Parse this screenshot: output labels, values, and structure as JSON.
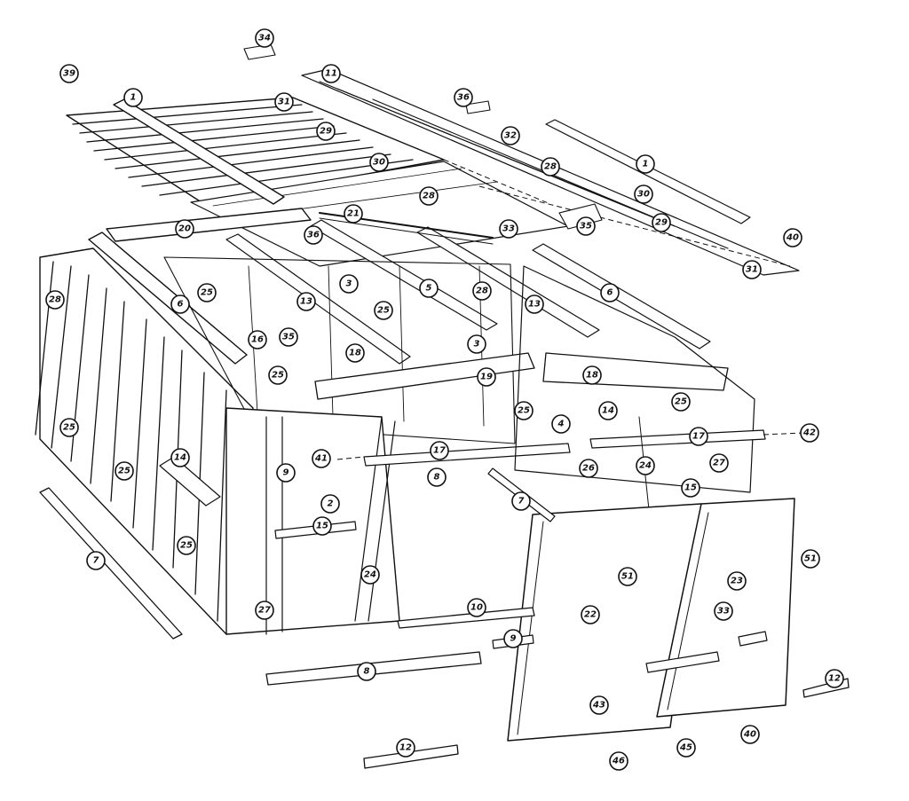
{
  "diagram": {
    "type": "exploded-parts-view",
    "subject": "storage shed"
  },
  "callouts": [
    "1",
    "1",
    "2",
    "3",
    "3",
    "4",
    "5",
    "6",
    "6",
    "7",
    "7",
    "8",
    "8",
    "9",
    "9",
    "10",
    "11",
    "12",
    "12",
    "13",
    "13",
    "14",
    "14",
    "15",
    "15",
    "16",
    "17",
    "17",
    "18",
    "18",
    "19",
    "20",
    "21",
    "22",
    "23",
    "24",
    "24",
    "25",
    "25",
    "25",
    "25",
    "25",
    "25",
    "25",
    "25",
    "26",
    "27",
    "27",
    "28",
    "28",
    "28",
    "28",
    "29",
    "29",
    "30",
    "30",
    "31",
    "31",
    "32",
    "33",
    "33",
    "34",
    "35",
    "35",
    "36",
    "36",
    "39",
    "40",
    "40",
    "41",
    "42",
    "43",
    "45",
    "46",
    "51",
    "51"
  ]
}
